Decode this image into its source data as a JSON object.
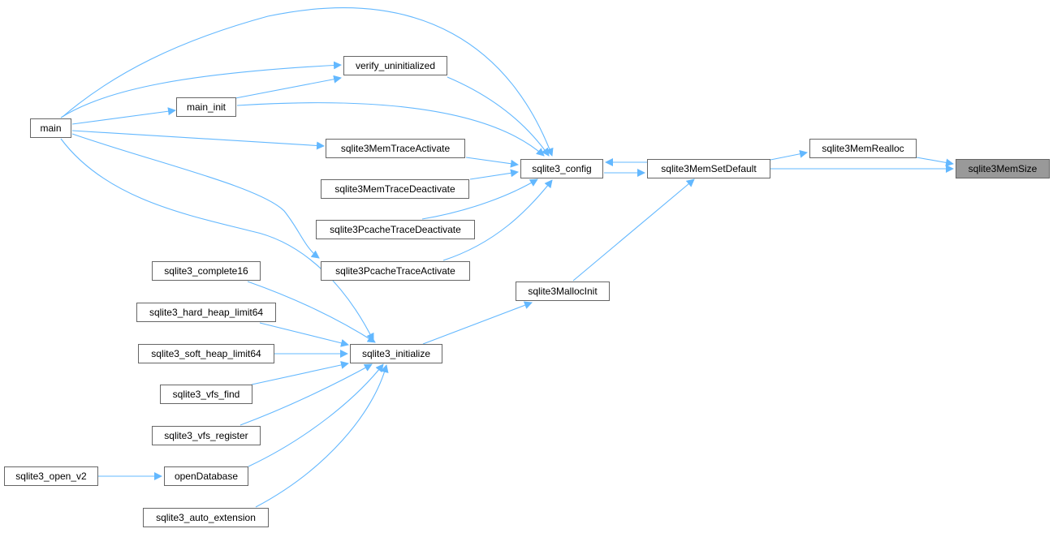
{
  "graph": {
    "title": "",
    "current_node": "sqlite3MemSize",
    "edge_color": "#63b8ff",
    "node_border_color": "#666666",
    "current_node_fill": "#999999",
    "nodes": {
      "main": "main",
      "main_init": "main_init",
      "verify_uninitialized": "verify_uninitialized",
      "sqlite3MemTraceActivate": "sqlite3MemTraceActivate",
      "sqlite3MemTraceDeactivate": "sqlite3MemTraceDeactivate",
      "sqlite3PcacheTraceDeactivate": "sqlite3PcacheTraceDeactivate",
      "sqlite3PcacheTraceActivate": "sqlite3PcacheTraceActivate",
      "sqlite3_config": "sqlite3_config",
      "sqlite3MemSetDefault": "sqlite3MemSetDefault",
      "sqlite3MemRealloc": "sqlite3MemRealloc",
      "sqlite3MemSize": "sqlite3MemSize",
      "sqlite3MallocInit": "sqlite3MallocInit",
      "sqlite3_initialize": "sqlite3_initialize",
      "sqlite3_complete16": "sqlite3_complete16",
      "sqlite3_hard_heap_limit64": "sqlite3_hard_heap_limit64",
      "sqlite3_soft_heap_limit64": "sqlite3_soft_heap_limit64",
      "sqlite3_vfs_find": "sqlite3_vfs_find",
      "sqlite3_vfs_register": "sqlite3_vfs_register",
      "openDatabase": "openDatabase",
      "sqlite3_open_v2": "sqlite3_open_v2",
      "sqlite3_auto_extension": "sqlite3_auto_extension"
    },
    "edges": [
      {
        "from": "main",
        "to": "main_init"
      },
      {
        "from": "main",
        "to": "verify_uninitialized"
      },
      {
        "from": "main",
        "to": "sqlite3_config"
      },
      {
        "from": "main",
        "to": "sqlite3MemTraceActivate"
      },
      {
        "from": "main",
        "to": "sqlite3PcacheTraceActivate"
      },
      {
        "from": "main",
        "to": "sqlite3_initialize"
      },
      {
        "from": "main_init",
        "to": "verify_uninitialized"
      },
      {
        "from": "main_init",
        "to": "sqlite3_config"
      },
      {
        "from": "verify_uninitialized",
        "to": "sqlite3_config"
      },
      {
        "from": "sqlite3MemTraceActivate",
        "to": "sqlite3_config"
      },
      {
        "from": "sqlite3MemTraceDeactivate",
        "to": "sqlite3_config"
      },
      {
        "from": "sqlite3PcacheTraceDeactivate",
        "to": "sqlite3_config"
      },
      {
        "from": "sqlite3PcacheTraceActivate",
        "to": "sqlite3_config"
      },
      {
        "from": "sqlite3_config",
        "to": "sqlite3MemSetDefault"
      },
      {
        "from": "sqlite3MemSetDefault",
        "to": "sqlite3_config"
      },
      {
        "from": "sqlite3MemSetDefault",
        "to": "sqlite3MemRealloc"
      },
      {
        "from": "sqlite3MemSetDefault",
        "to": "sqlite3MemSize"
      },
      {
        "from": "sqlite3MemRealloc",
        "to": "sqlite3MemSize"
      },
      {
        "from": "sqlite3MallocInit",
        "to": "sqlite3MemSetDefault"
      },
      {
        "from": "sqlite3_initialize",
        "to": "sqlite3MallocInit"
      },
      {
        "from": "sqlite3_complete16",
        "to": "sqlite3_initialize"
      },
      {
        "from": "sqlite3_hard_heap_limit64",
        "to": "sqlite3_initialize"
      },
      {
        "from": "sqlite3_soft_heap_limit64",
        "to": "sqlite3_initialize"
      },
      {
        "from": "sqlite3_vfs_find",
        "to": "sqlite3_initialize"
      },
      {
        "from": "sqlite3_vfs_register",
        "to": "sqlite3_initialize"
      },
      {
        "from": "openDatabase",
        "to": "sqlite3_initialize"
      },
      {
        "from": "sqlite3_open_v2",
        "to": "openDatabase"
      },
      {
        "from": "sqlite3_auto_extension",
        "to": "sqlite3_initialize"
      }
    ]
  }
}
